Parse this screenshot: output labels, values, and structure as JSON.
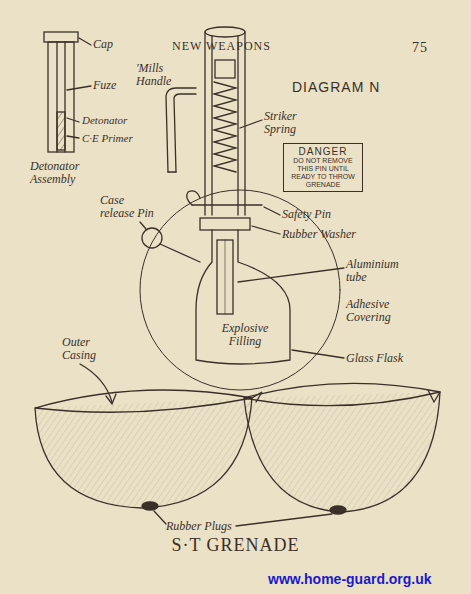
{
  "diagram": {
    "title": "DIAGRAM N",
    "caption": "S·T GRENADE",
    "nodes": [
      {
        "text": [
          "DANGER",
          "DO NOT REMOVE THIS PIN UNTIL READY TO THROW GRENADE"
        ]
      }
    ],
    "labels": [
      "NEW WEAPONS",
      "75",
      "Cap",
      "Fuze",
      "Detonator",
      "C·E Primer",
      "Detonator Assembly",
      "'Mills Handle",
      "Striker Spring",
      "Safety Pin",
      "Rubber Washer",
      "Case release Pin",
      "Aluminium tube",
      "Adhesive Covering",
      "Explosive Filling",
      "Glass Flask",
      "Outer Casing",
      "Rubber Plugs",
      "www.home-guard.org.uk"
    ]
  }
}
